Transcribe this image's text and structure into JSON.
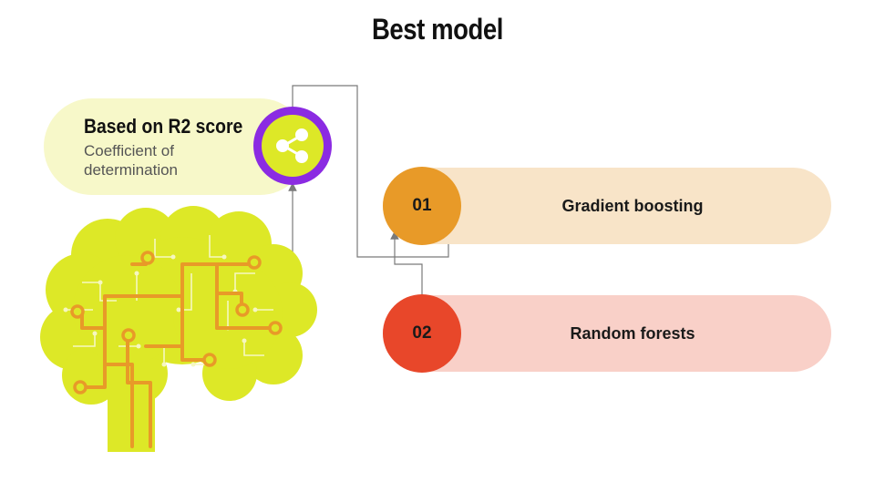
{
  "title": "Best model",
  "criterion": {
    "heading": "Based on R2 score",
    "subtext": "Coefficient of determination",
    "icon": "share-icon"
  },
  "items": [
    {
      "number": "01",
      "label": "Gradient boosting"
    },
    {
      "number": "02",
      "label": "Random forests"
    }
  ],
  "colors": {
    "criterion_fill": "#f7f8c9",
    "icon_ring": "#8b2be2",
    "icon_fill": "#dde827",
    "item1_fill": "#f8e4c8",
    "item1_circle": "#e89a28",
    "item2_fill": "#f9d0c8",
    "item2_circle": "#e8472a",
    "brain_fill": "#dde827",
    "brain_circuit": "#e89a28",
    "connector": "#7a7a7a"
  }
}
